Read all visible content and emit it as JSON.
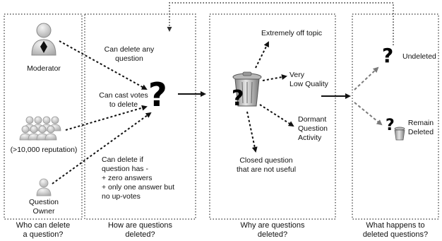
{
  "diagram": {
    "icons": {
      "moderator": "person-with-diamond-icon",
      "community": "group-of-people-icon",
      "owner": "person-icon",
      "question": "question-mark-icon",
      "trash": "trash-can-icon"
    },
    "colors": {
      "primary_arrow": "#111111",
      "outcome_arrow": "#7a7a7a",
      "panel_border": "#333333"
    },
    "who": {
      "moderator": "Moderator",
      "reputation": "(>10,000 reputation)",
      "owner": "Question\nOwner"
    },
    "how": {
      "moderator_rule": "Can delete any\nquestion",
      "voters_rule": "Can cast votes\nto delete",
      "owner_rule": "Can delete if\nquestion has -\n+ zero answers\n+ only one answer but\nno up-votes"
    },
    "why": {
      "off_topic": "Extremely off topic",
      "low_quality": "Very\nLow Quality",
      "dormant": "Dormant\nQuestion\nActivity",
      "closed": "Closed question\nthat are not useful"
    },
    "outcome": {
      "undeleted": "Undeleted",
      "remain_deleted": "Remain\nDeleted"
    },
    "footers": {
      "who": "Who can delete\na question?",
      "how": "How are questions\ndeleted?",
      "why": "Why are questions\ndeleted?",
      "what": "What happens to\ndeleted questions?"
    },
    "glyph": {
      "question_mark": "?"
    }
  }
}
